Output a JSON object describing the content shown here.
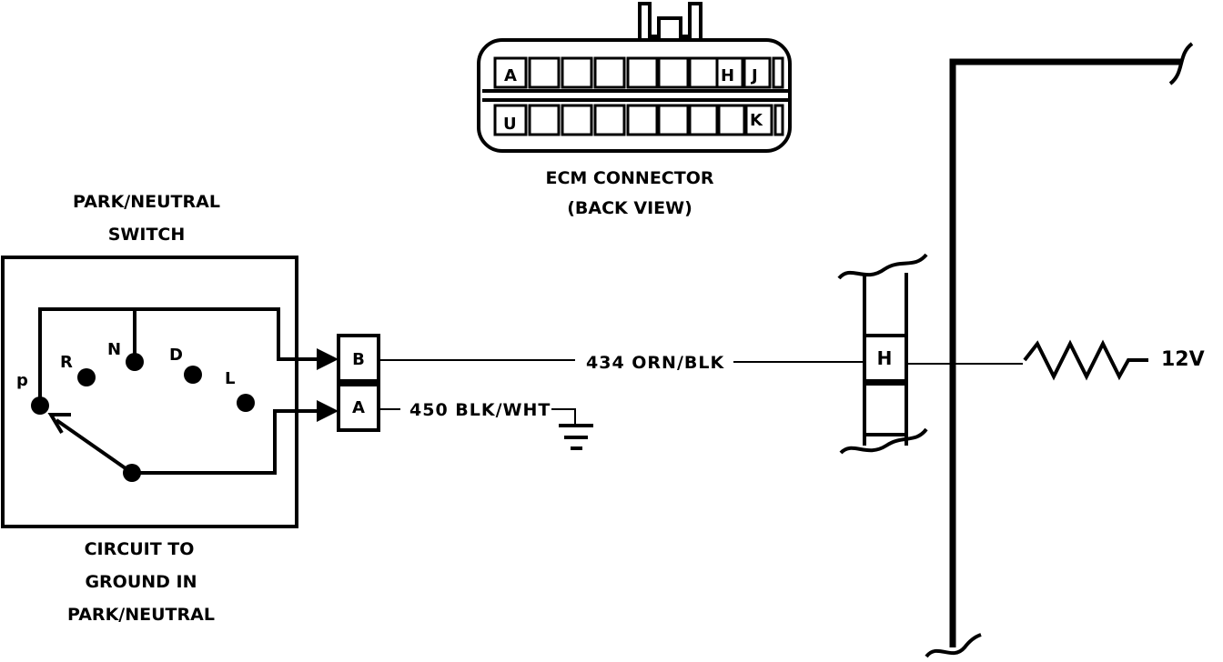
{
  "ecm_connector": {
    "title_line1": "ECM CONNECTOR",
    "title_line2": "(BACK VIEW)",
    "top_row": {
      "left_pin": "A",
      "pin_h": "H",
      "pin_j": "J"
    },
    "bottom_row": {
      "left_pin": "U",
      "pin_k": "K"
    }
  },
  "switch": {
    "title_line1": "PARK/NEUTRAL",
    "title_line2": "SWITCH",
    "positions": {
      "p": "p",
      "r": "R",
      "n": "N",
      "d": "D",
      "l": "L"
    },
    "caption_line1": "CIRCUIT TO",
    "caption_line2": "GROUND IN",
    "caption_line3": "PARK/NEUTRAL"
  },
  "connector_pins": {
    "b": "B",
    "a": "A"
  },
  "wires": {
    "orn_blk": "434  ORN/BLK",
    "blk_wht": "450  BLK/WHT"
  },
  "ecm_terminal": "H",
  "supply_voltage": "12V"
}
